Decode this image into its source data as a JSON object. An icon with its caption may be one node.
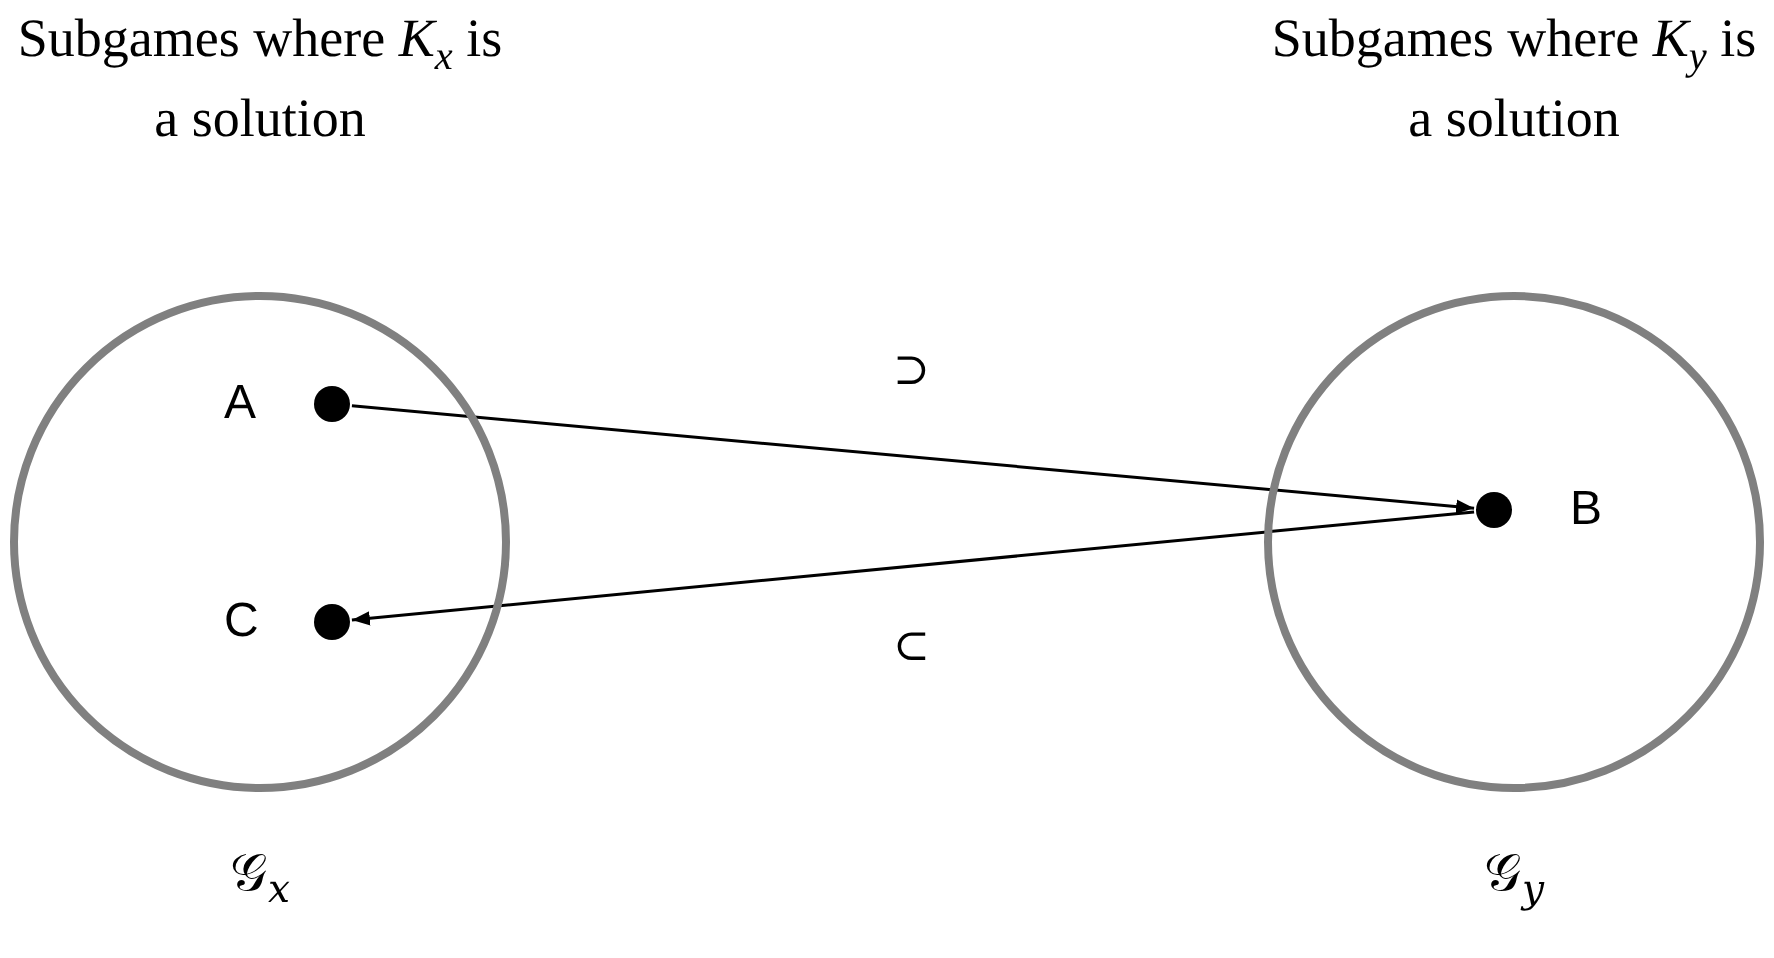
{
  "diagram": {
    "nodes": [
      {
        "text": [
          "Subgames where *K*$_{x}$ is a solution"
        ],
        "beside": [
          "𝒢$_{x}$"
        ]
      },
      {
        "text": [
          "A"
        ],
        "in": 0
      },
      {
        "text": [
          "C"
        ],
        "in": 0
      },
      {
        "text": [
          "Subgames where *K*$_{y}$ is a solution"
        ],
        "beside": [
          "𝒢$_{y}$"
        ]
      },
      {
        "text": [
          "B"
        ],
        "in": 3
      }
    ],
    "edges": [
      {
        "from": 1,
        "to": 4,
        "arrow": "to",
        "label": "⊃"
      },
      {
        "from": 4,
        "to": 2,
        "arrow": "to",
        "label": "⊂"
      }
    ]
  }
}
